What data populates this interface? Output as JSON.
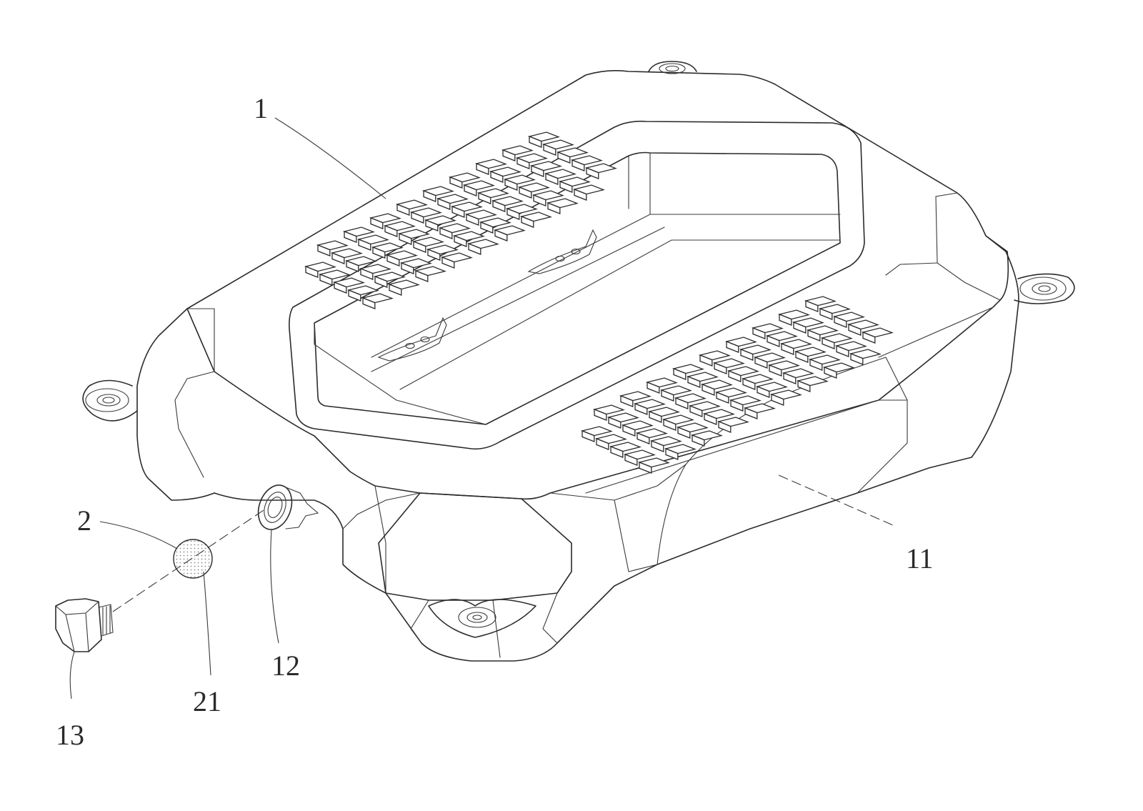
{
  "figure": {
    "reference_labels": [
      {
        "id": "label-1",
        "text": "1"
      },
      {
        "id": "label-2",
        "text": "2"
      },
      {
        "id": "label-11",
        "text": "11"
      },
      {
        "id": "label-12",
        "text": "12"
      },
      {
        "id": "label-13",
        "text": "13"
      },
      {
        "id": "label-21",
        "text": "21"
      }
    ],
    "anti_slip_pads": {
      "rows": 6,
      "columns": 10
    }
  },
  "colors": {
    "line": "#2b2b2b",
    "background": "#ffffff",
    "mesh_dot": "#8a8a8a"
  }
}
